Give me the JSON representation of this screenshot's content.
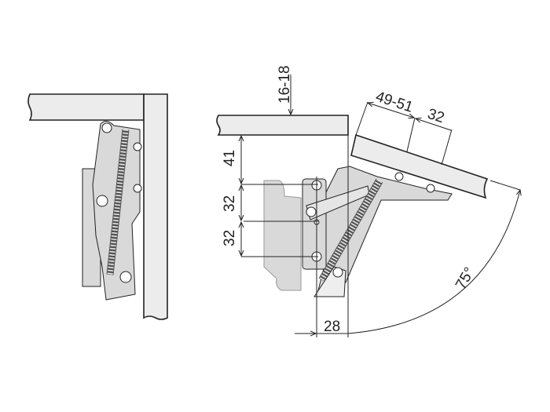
{
  "labels": {
    "panel_thickness": "16-18",
    "offset_41": "41",
    "hole_spacing_1": "32",
    "hole_spacing_2": "32",
    "door_offset": "49-51",
    "door_hole_spacing": "32",
    "depth_28": "28",
    "opening_angle": "75°"
  },
  "colors": {
    "panel": "#ececec",
    "hinge": "#d9d9d9",
    "line": "#222222"
  }
}
